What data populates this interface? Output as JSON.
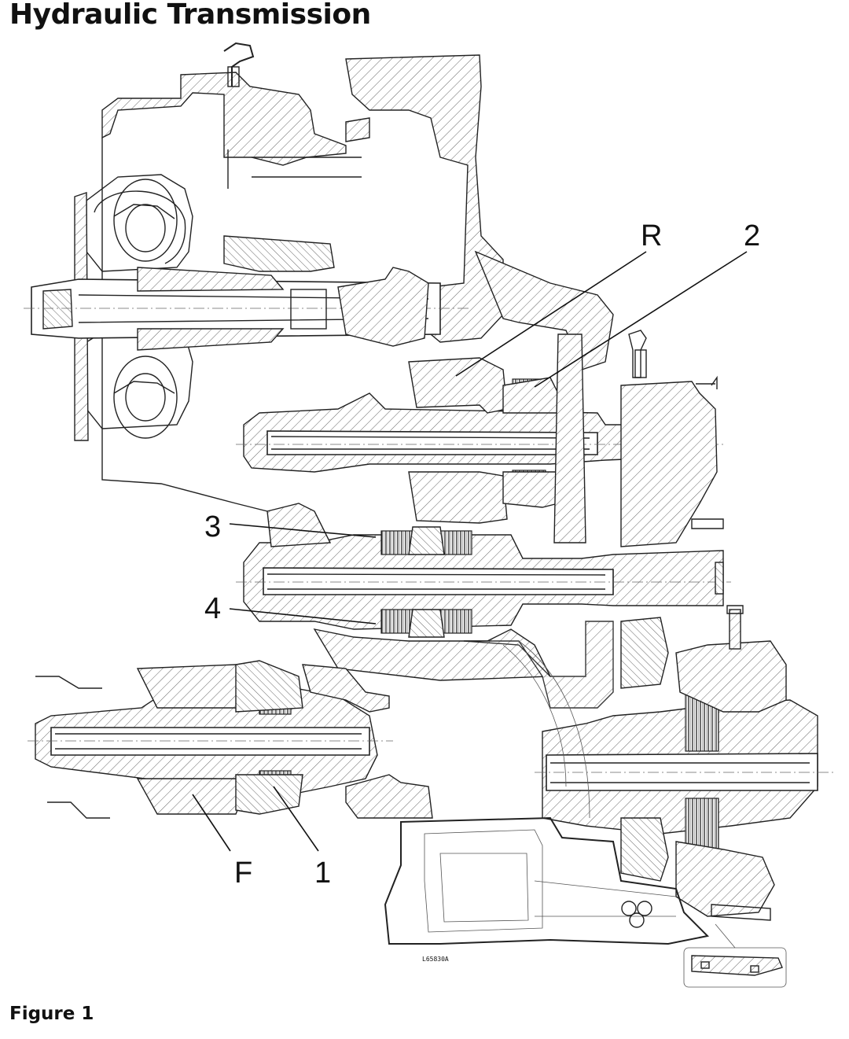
{
  "title": "Hydraulic Transmission",
  "caption": "Figure 1",
  "drawing_code": "L65830A",
  "callouts": {
    "r": "R",
    "two": "2",
    "three": "3",
    "four": "4",
    "f": "F",
    "one": "1"
  }
}
